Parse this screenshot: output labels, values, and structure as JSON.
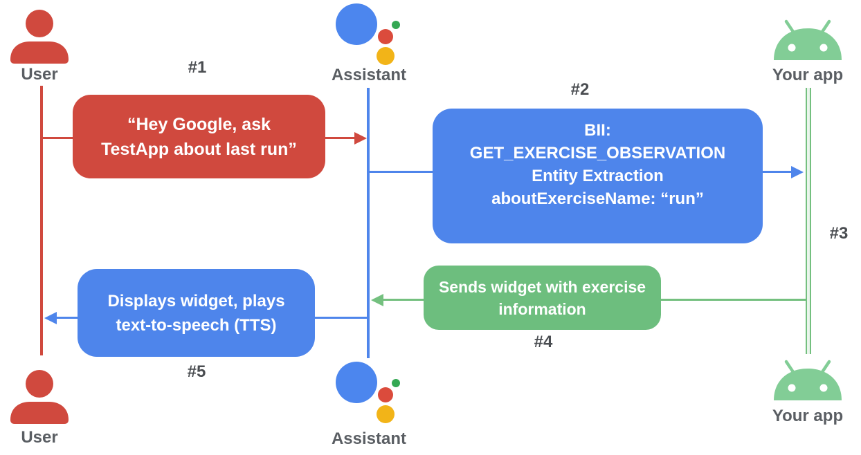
{
  "diagram_type": "sequence-diagram",
  "colors": {
    "red": "#D0493E",
    "blue": "#4E85EB",
    "green_box": "#6DBE7E",
    "green_line": "#74C07F",
    "android_green": "#82CD96",
    "assistant_blue": "#4C86EE",
    "assistant_red": "#DB4B3C",
    "assistant_green": "#35A853",
    "assistant_yellow": "#F2B418",
    "actor_label_gray": "#5A5E63",
    "step_label_gray": "#4A4D51"
  },
  "actors": {
    "user_top": "User",
    "assistant_top": "Assistant",
    "app_top": "Your app",
    "user_bottom": "User",
    "assistant_bottom": "Assistant",
    "app_bottom": "Your app"
  },
  "steps": {
    "s1": {
      "label": "#1",
      "text": "“Hey Google, ask\nTestApp about last run”",
      "from": "User",
      "to": "Assistant",
      "color": "#D0493E"
    },
    "s2": {
      "label": "#2",
      "text": "BII:\nGET_EXERCISE_OBSERVATION\nEntity Extraction\naboutExerciseName: “run”",
      "from": "Assistant",
      "to": "Your app",
      "color": "#4E85EB"
    },
    "s3": {
      "label": "#3",
      "from": "Your app",
      "to": "Your app",
      "color": "#74C07F"
    },
    "s4": {
      "label": "#4",
      "text": "Sends widget with exercise\ninformation",
      "from": "Your app",
      "to": "Assistant",
      "color": "#6DBE7E"
    },
    "s5": {
      "label": "#5",
      "text": "Displays widget, plays\ntext-to-speech (TTS)",
      "from": "Assistant",
      "to": "User",
      "color": "#4E85EB"
    }
  }
}
